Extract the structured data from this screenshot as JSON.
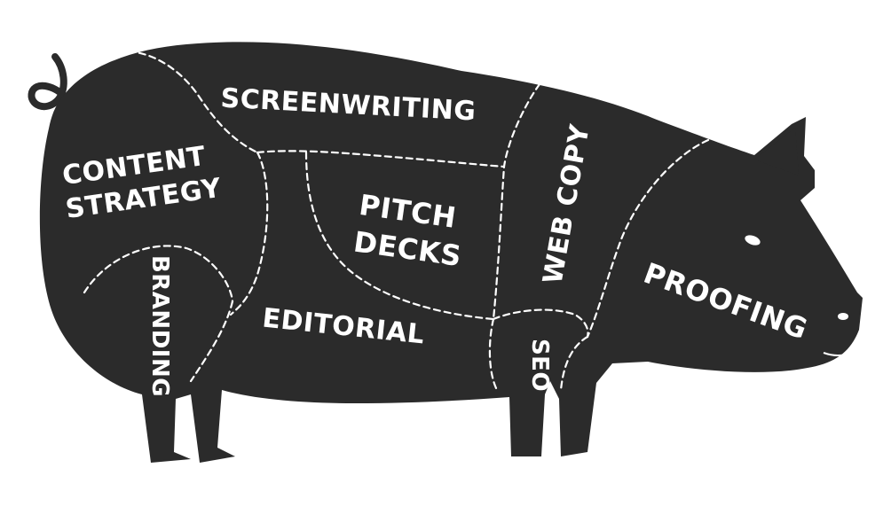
{
  "colors": {
    "body": "#2b2b2b",
    "text": "#ffffff",
    "background": "#ffffff",
    "dashed_lines": "#ffffff"
  },
  "cuts": {
    "content_strategy": {
      "line1": "CONTENT",
      "line2": "STRATEGY"
    },
    "screenwriting": "SCREENWRITING",
    "pitch_decks": {
      "line1": "PITCH",
      "line2": "DECKS"
    },
    "web_copy": "WEB COPY",
    "branding": "BRANDING",
    "editorial": "EDITORIAL",
    "seo": "SEO",
    "proofing": "PROOFING"
  }
}
